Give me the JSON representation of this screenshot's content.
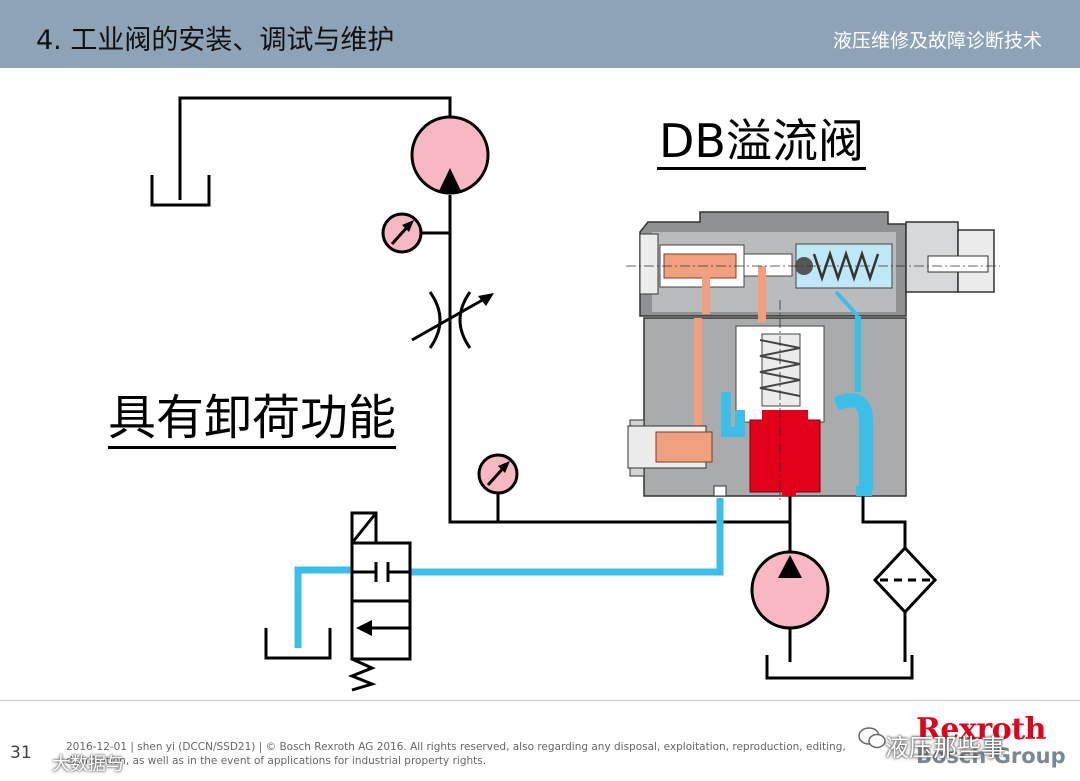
{
  "header": {
    "title": "4. 工业阀的安装、调试与维护",
    "subtitle": "液压维修及故障诊断技术"
  },
  "labels": {
    "valve_name": "DB溢流阀",
    "function_label": "具有卸荷功能"
  },
  "footer": {
    "page_number": "31",
    "copyright": "2016-12-01 | shen yi (DCCN/SSD21) | © Bosch Rexroth AG 2016. All rights reserved, also regarding any disposal, exploitation, reproduction, editing, distribution, as well as in the event of applications for industrial property rights.",
    "logo_brand": "Rexroth",
    "logo_group": "Bosch Group",
    "watermark_left": "大数据与",
    "watermark_right": "液压那些事"
  },
  "colors": {
    "header_bg": "#8fa3b6",
    "pump_fill": "#f7b8c4",
    "pilot_line": "#3bbfe8",
    "valve_red": "#e2001a",
    "body_gray": "#a9abad"
  }
}
